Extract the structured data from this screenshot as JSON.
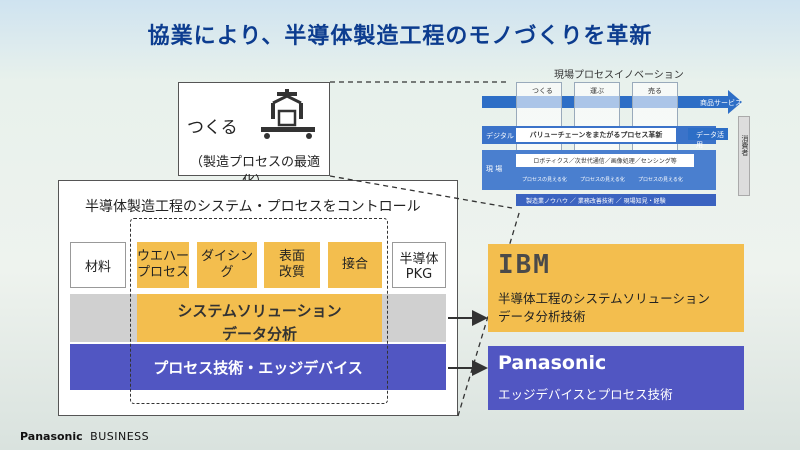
{
  "title": "協業により、半導体製造工程のモノづくりを革新",
  "tsukuru": {
    "label": "つくる",
    "subtitle": "（製造プロセスの最適化）"
  },
  "control": {
    "title": "半導体製造工程のシステム・プロセスをコントロール"
  },
  "process": {
    "material": "材料",
    "wafer_line1": "ウエハー",
    "wafer_line2": "プロセス",
    "dicing": "ダイシング",
    "surface_line1": "表面",
    "surface_line2": "改質",
    "bonding": "接合",
    "pkg_line1": "半導体",
    "pkg_line2": "PKG"
  },
  "system_solution": {
    "line1": "システムソリューション",
    "line2": "データ分析"
  },
  "process_tech": "プロセス技術・エッジデバイス",
  "ibm": {
    "logo": "IBM",
    "line1": "半導体工程のシステムソリューション",
    "line2": "データ分析技術"
  },
  "panasonic": {
    "logo": "Panasonic",
    "text": "エッジデバイスとプロセス技術"
  },
  "inset": {
    "title": "現場プロセスイノベーション",
    "col1": "つくる",
    "col2": "運ぶ",
    "col3": "売る",
    "right_top": "商品サービス",
    "digital": "デジタル",
    "value_chain": "バリューチェーンをまたがるプロセス革新",
    "data_flow": "データ活用",
    "genba": "現 場",
    "tech": "ロボティクス／次世代通信／画像処理／センシング等",
    "opt1": "プロセスの見える化",
    "opt2": "プロセスの見える化",
    "opt3": "プロセスの見える化",
    "bottom": "製造業ノウハウ ／ 業務改善技術 ／ 現場知見・経験",
    "consumer": "消費者"
  },
  "footer": {
    "brand": "Panasonic",
    "sub": "BUSINESS"
  },
  "colors": {
    "title_blue": "#0c3c8f",
    "orange": "#f3be4e",
    "indigo": "#5156c2"
  }
}
